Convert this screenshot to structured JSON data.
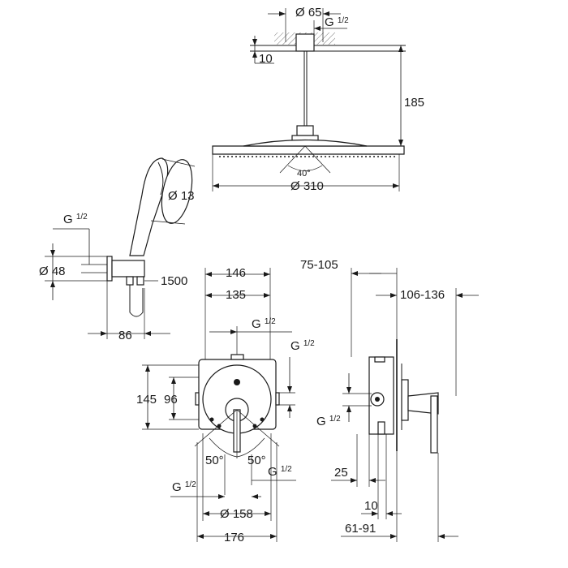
{
  "top": {
    "dia_65": "Ø 65",
    "thread_g": "G",
    "thread_frac": "1/2",
    "d_10": "10",
    "d_185": "185",
    "angle_40": "40°",
    "dia_310": "Ø 310"
  },
  "handshower": {
    "dia_13": "Ø 13",
    "thread_g": "G",
    "thread_frac": "1/2",
    "dia_48": "Ø 48",
    "d_1500": "1500",
    "d_86": "86"
  },
  "front": {
    "d_146": "146",
    "d_135": "135",
    "thread_top_g": "G",
    "thread_top_frac": "1/2",
    "thread_right_g": "G",
    "thread_right_frac": "1/2",
    "d_145": "145",
    "d_96": "96",
    "angle_left": "50°",
    "angle_right": "50°",
    "thread_bl_g": "G",
    "thread_bl_frac": "1/2",
    "thread_br_g": "G",
    "thread_br_frac": "1/2",
    "dia_158": "Ø 158",
    "d_176": "176"
  },
  "side": {
    "d_75_105": "75-105",
    "d_106_136": "106-136",
    "thread_g": "G",
    "thread_frac": "1/2",
    "d_25": "25",
    "d_10": "10",
    "d_61_91": "61-91"
  }
}
